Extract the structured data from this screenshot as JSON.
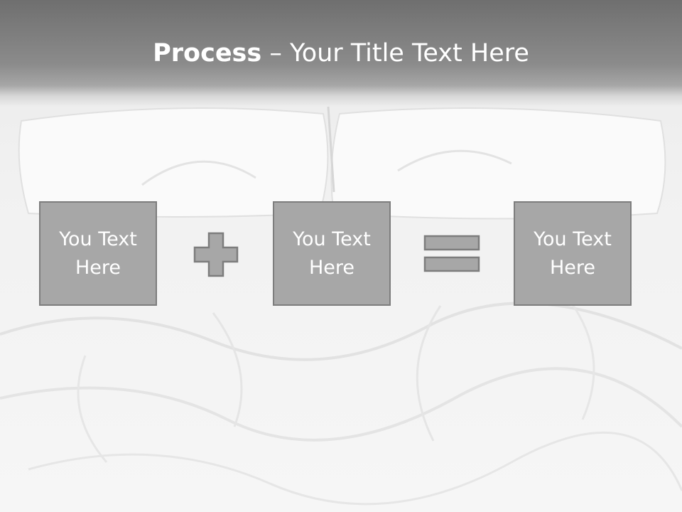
{
  "slide": {
    "title_bold": "Process",
    "title_separator": " – ",
    "title_rest": "Your Title Text Here"
  },
  "process": {
    "boxes": [
      {
        "line1": "You Text",
        "line2": "Here"
      },
      {
        "line1": "You Text",
        "line2": "Here"
      },
      {
        "line1": "You Text",
        "line2": "Here"
      }
    ],
    "operators": [
      "plus-icon",
      "equals-icon"
    ]
  },
  "colors": {
    "box_fill": "#a7a7a7",
    "box_border": "#7d7d7d",
    "operator_fill": "#a7a7a7",
    "title_band": "#777777",
    "text": "#ffffff"
  }
}
